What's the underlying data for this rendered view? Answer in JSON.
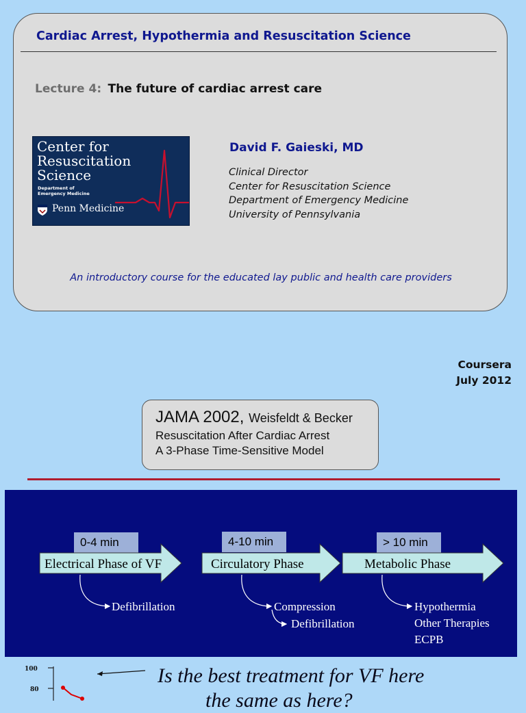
{
  "header": {
    "course_title": "Cardiac Arrest, Hypothermia and Resuscitation Science",
    "lecture_number": "Lecture 4:",
    "lecture_title": "The future of cardiac arrest care"
  },
  "logo": {
    "lines": [
      "Center for",
      "Resuscitation",
      "Science"
    ],
    "department": [
      "Department of",
      "Emergency Medicine"
    ],
    "penn": "Penn Medicine"
  },
  "author": {
    "name": "David F. Gaieski, MD",
    "affiliations": [
      "Clinical Director",
      "Center for Resuscitation Science",
      "Department of Emergency Medicine",
      "University of Pennsylvania"
    ]
  },
  "intro": "An introductory course for the educated lay public and health care providers",
  "venue": {
    "name": "Coursera",
    "date": "July 2012"
  },
  "jama": {
    "journal": "JAMA 2002,",
    "authors": "Weisfeldt & Becker",
    "line2": "Resuscitation After Cardiac Arrest",
    "line3": "A 3-Phase Time-Sensitive Model"
  },
  "phases": [
    {
      "time": "0-4 min",
      "name": "Electrical Phase of VF",
      "notes": [
        "Defibrillation"
      ]
    },
    {
      "time": "4-10 min",
      "name": "Circulatory Phase",
      "notes": [
        "Compression",
        "Defibrillation"
      ]
    },
    {
      "time": "> 10 min",
      "name": "Metabolic Phase",
      "notes": [
        "Hypothermia",
        "Other Therapies",
        "ECPB"
      ]
    }
  ],
  "graph": {
    "ticks": [
      "100",
      "80"
    ]
  },
  "question": {
    "line1": "Is the best treatment for VF here",
    "line2": "the same as here?"
  },
  "colors": {
    "navy": "#0f188f",
    "panel": "#050c7e",
    "arrow": "#bfe8e8",
    "red": "#b01c2e",
    "bg": "#aed8f8"
  }
}
